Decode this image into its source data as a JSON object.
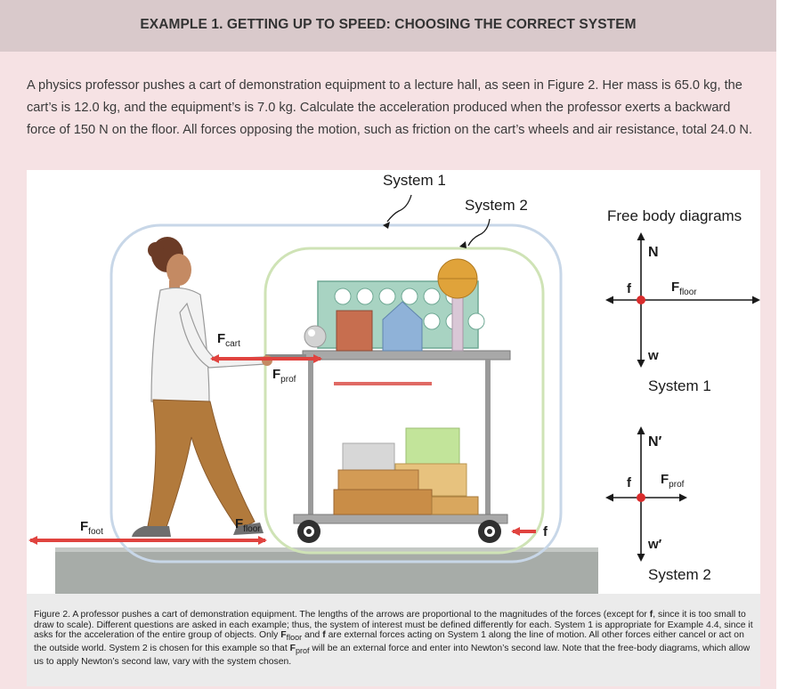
{
  "header": {
    "title": "EXAMPLE 1. GETTING UP TO SPEED: CHOOSING THE CORRECT SYSTEM"
  },
  "problem_text": "A physics professor pushes a cart of demonstration equipment to a lecture hall, as seen in Figure 2. Her mass is 65.0 kg, the cart’s is 12.0 kg, and the equipment’s is 7.0 kg. Calculate the acceleration produced when the professor exerts a backward force of 150 N on the floor. All forces opposing the motion, such as friction on the cart’s wheels and air resistance, total 24.0 N.",
  "figure": {
    "system1_label": "System 1",
    "system2_label": "System 2",
    "fbd_title": "Free body diagrams",
    "labels": {
      "F": "F",
      "cart": "cart",
      "prof": "prof",
      "foot": "foot",
      "floor": "floor",
      "f": "f"
    },
    "fbd1": {
      "N": "N",
      "f": "f",
      "F": "F",
      "F_sub": "floor",
      "w": "w",
      "system": "System 1"
    },
    "fbd2": {
      "N": "N′",
      "f": "f",
      "F": "F",
      "F_sub": "prof",
      "w": "w′",
      "system": "System 2"
    },
    "colors": {
      "force_red": "#e0433f",
      "system_outline": "#c8d7e8",
      "system2_outline": "#cfe3b6",
      "coat": "#f2f2f2",
      "pants": "#b27a3c",
      "cart_frame": "#9a9a9a",
      "floor": "#a7aca8"
    }
  },
  "caption": {
    "intro": "Figure 2. A professor pushes a cart of demonstration equipment. The lengths of the arrows are proportional to the magnitudes of the forces (except for ",
    "f1": "f",
    "mid1": ", since it is too small to draw to scale). Different questions are asked in each example; thus, the system of interest must be defined differently for each. System 1 is appropriate for Example 4.4, since it asks for the acceleration of the entire group of objects. Only ",
    "F_floor_main": "F",
    "F_floor_sub": "floor",
    "and": " and ",
    "f2": "f",
    "mid2": " are external forces acting on System 1 along the line of motion. All other forces either cancel or act on the outside world. System 2 is chosen for this example so that ",
    "F_prof_main": "F",
    "F_prof_sub": "prof",
    "end": " will be an external force and enter into Newton’s second law. Note that the free-body diagrams, which allow us to apply Newton’s second law, vary with the system chosen."
  }
}
